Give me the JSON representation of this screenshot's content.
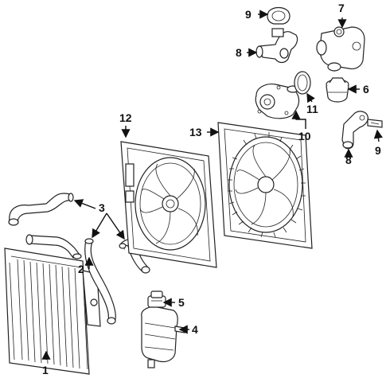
{
  "diagram": {
    "callouts": {
      "c1": "1",
      "c2": "2",
      "c3": "3",
      "c4": "4",
      "c5": "5",
      "c6": "6",
      "c7": "7",
      "c8a": "8",
      "c8b": "8",
      "c9a": "9",
      "c9b": "9",
      "c10": "10",
      "c11": "11",
      "c12": "12",
      "c13": "13"
    },
    "colors": {
      "line": "#111111",
      "background": "#ffffff"
    }
  }
}
